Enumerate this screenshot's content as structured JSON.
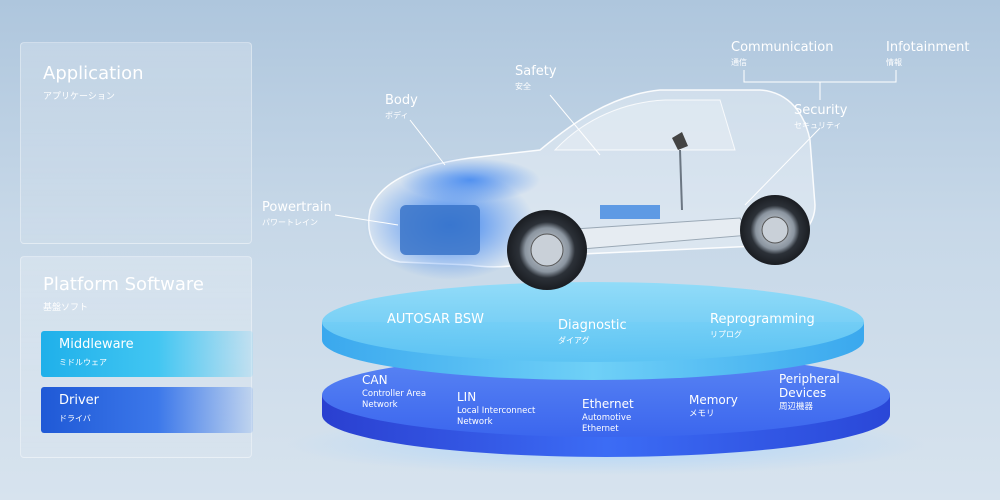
{
  "left_panel": {
    "application": {
      "title": "Application",
      "subtitle": "アプリケーション"
    },
    "platform": {
      "title": "Platform Software",
      "subtitle": "基盤ソフト"
    },
    "middleware": {
      "label": "Middleware",
      "subtitle": "ミドルウェア"
    },
    "driver": {
      "label": "Driver",
      "subtitle": "ドライバ"
    }
  },
  "car_labels": {
    "powertrain": {
      "en": "Powertrain",
      "ja": "パワートレイン"
    },
    "body": {
      "en": "Body",
      "ja": "ボディ"
    },
    "safety": {
      "en": "Safety",
      "ja": "安全"
    },
    "communication": {
      "en": "Communication",
      "ja": "通信"
    },
    "infotainment": {
      "en": "Infotainment",
      "ja": "情報"
    },
    "security": {
      "en": "Security",
      "ja": "セキュリティ"
    }
  },
  "top_disc": {
    "autosar": "AUTOSAR BSW",
    "diagnostic": {
      "en": "Diagnostic",
      "ja": "ダイアグ"
    },
    "reprogramming": {
      "en": "Reprogramming",
      "ja": "リプログ"
    }
  },
  "bottom_disc": {
    "can": {
      "en": "CAN",
      "desc1": "Controller Area",
      "desc2": "Network"
    },
    "lin": {
      "en": "LIN",
      "desc1": "Local Interconnect",
      "desc2": "Network"
    },
    "ethernet": {
      "en": "Ethernet",
      "desc1": "Automotive",
      "desc2": "Ethernet"
    },
    "memory": {
      "en": "Memory",
      "ja": "メモリ"
    },
    "peripheral": {
      "en1": "Peripheral",
      "en2": "Devices",
      "ja": "周辺機器"
    }
  },
  "colors": {
    "disc_top": "#5ec4f2",
    "disc_bottom": "#2e5ff0",
    "middleware": "#1fb0ea",
    "driver": "#1f59d6"
  }
}
